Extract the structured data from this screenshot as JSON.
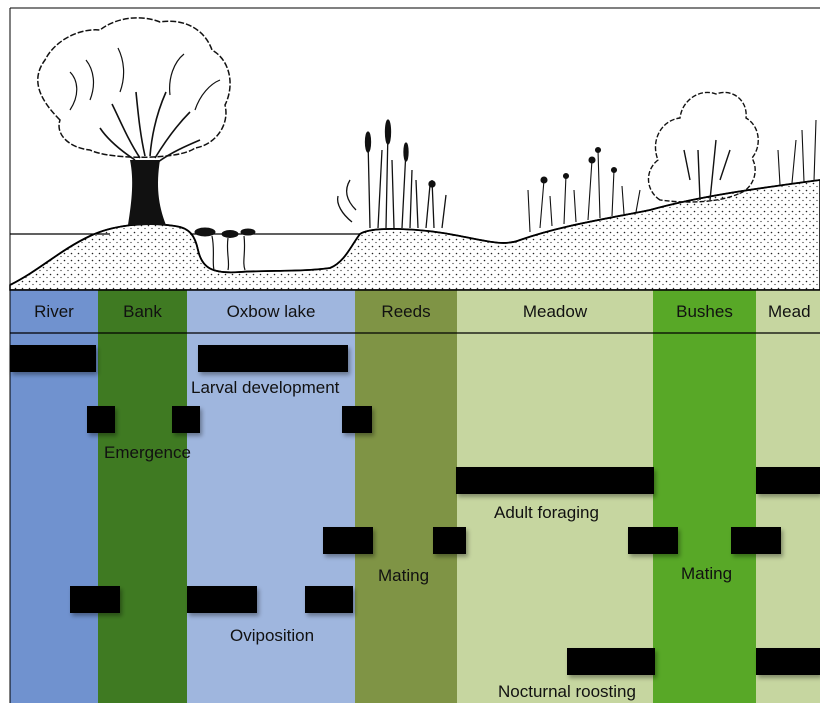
{
  "zones": [
    {
      "label": "River",
      "color": "#7092cf"
    },
    {
      "label": "Bank",
      "color": "#3f7a22"
    },
    {
      "label": "Oxbow lake",
      "color": "#9fb6de"
    },
    {
      "label": "Reeds",
      "color": "#7f9445"
    },
    {
      "label": "Meadow",
      "color": "#c6d6a0"
    },
    {
      "label": "Bushes",
      "color": "#58a827"
    },
    {
      "label": "Mead",
      "color": "#c6d6a0"
    }
  ],
  "activity_labels": {
    "larval_development": "Larval development",
    "emergence": "Emergence",
    "adult_foraging": "Adult foraging",
    "mating_reeds": "Mating",
    "mating_bushes": "Mating",
    "oviposition": "Oviposition",
    "nocturnal_roosting": "Nocturnal roosting"
  },
  "colors": {
    "bar": "#000000",
    "water_line": "#000000",
    "border": "#000000"
  },
  "illustration_elements": [
    "pollard-willow-tree",
    "water-lilies",
    "reeds",
    "meadow-plants",
    "bush",
    "dotted-soil-profile"
  ]
}
